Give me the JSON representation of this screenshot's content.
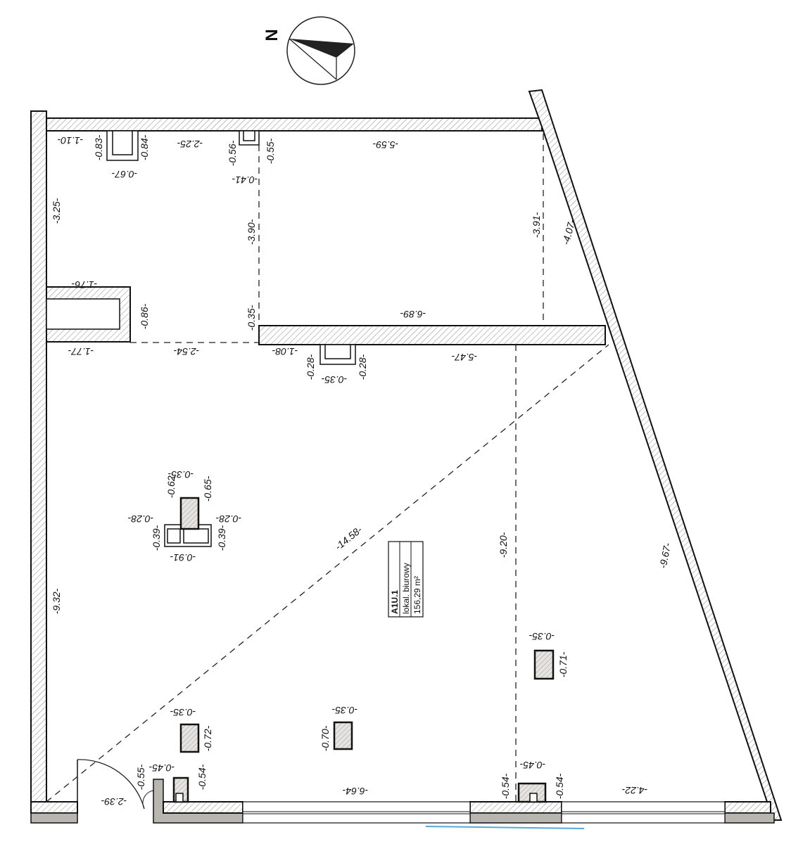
{
  "compass": {
    "north_label": "N"
  },
  "room_label": {
    "id": "A1U.1",
    "type": "lokal. biurowy",
    "area": "156,29 m²"
  },
  "dimensions": [
    "-1.10-",
    "-0.83-",
    "-0.84-",
    "-0.67-",
    "-2.25-",
    "-0.56-",
    "-0.41-",
    "-0.55-",
    "-5.59-",
    "-3.25-",
    "-3.90-",
    "-3.91-",
    "-4.07-",
    "-1.76-",
    "-0.86-",
    "-0.35-",
    "-6.89-",
    "-1.77-",
    "-2.54-",
    "-1.08-",
    "-0.28-",
    "-0.28-",
    "-0.35-",
    "-5.47-",
    "-0.35-",
    "-0.62-",
    "-0.65-",
    "-0.28-",
    "-0.28-",
    "-0.39-",
    "-0.39-",
    "-0.91-",
    "-14.58-",
    "-9.20-",
    "-9.67-",
    "-9.32-",
    "-0.35-",
    "-0.71-",
    "-0.35-",
    "-0.72-",
    "-0.35-",
    "-0.70-",
    "-0.55-",
    "-0.45-",
    "-0.54-",
    "-2.39-",
    "-6.64-",
    "-0.54-",
    "-0.45-",
    "-0.54-",
    "-4.22-"
  ],
  "colors": {
    "line": "#111111",
    "hatch": "#777777",
    "wall_fill": "#b9b6b2",
    "accent_line": "#5aa9d6"
  }
}
